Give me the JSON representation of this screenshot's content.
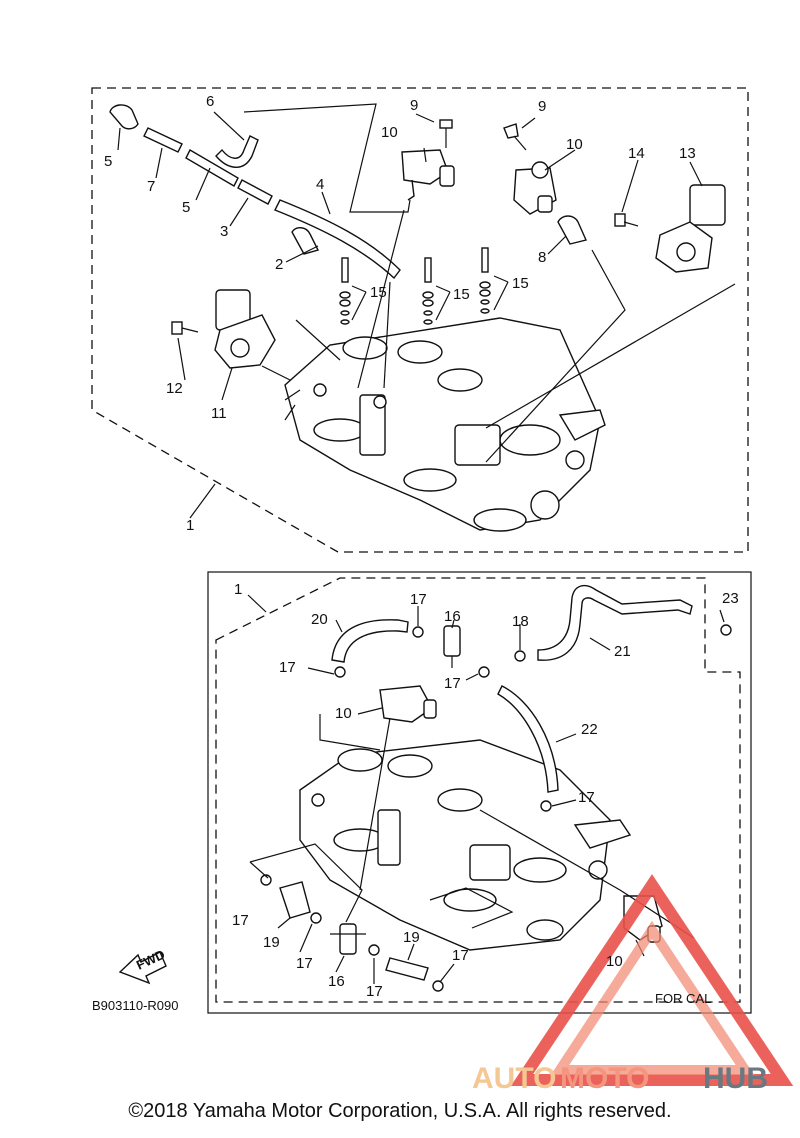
{
  "diagram_code": "B903110-R090",
  "fwd_label": "FWD",
  "for_cal_label": "FOR CAL",
  "copyright": "©2018 Yamaha Motor Corporation, U.S.A. All rights reserved.",
  "watermark": {
    "auto": "AUTO",
    "moto": "MOTO",
    "hub": "HUB",
    "auto_color": "#f5c189",
    "moto_color": "#f28a72",
    "hub_color": "#5a6a75",
    "triangle_color": "#e8524a"
  },
  "callouts": {
    "c1_top": "1",
    "c2": "2",
    "c3": "3",
    "c4": "4",
    "c5a": "5",
    "c5b": "5",
    "c6": "6",
    "c7": "7",
    "c8": "8",
    "c9a": "9",
    "c9b": "9",
    "c10a": "10",
    "c10b": "10",
    "c11": "11",
    "c12": "12",
    "c13": "13",
    "c14": "14",
    "c15a": "15",
    "c15b": "15",
    "c15c": "15",
    "c1_bot": "1",
    "c10c": "10",
    "c10d": "10",
    "c16a": "16",
    "c16b": "16",
    "c17a": "17",
    "c17b": "17",
    "c17c": "17",
    "c17d": "17",
    "c17e": "17",
    "c17f": "17",
    "c17g": "17",
    "c17h": "17",
    "c18": "18",
    "c19a": "19",
    "c19b": "19",
    "c20": "20",
    "c21": "21",
    "c22": "22",
    "c23": "23"
  }
}
